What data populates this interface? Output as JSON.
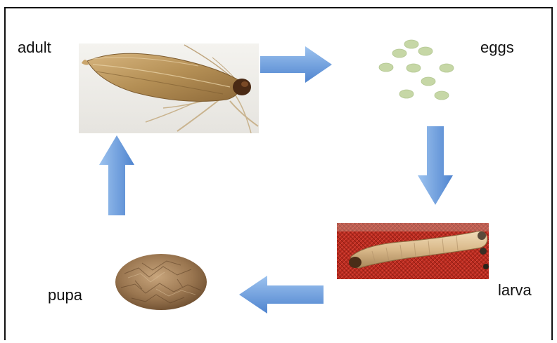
{
  "diagram": {
    "stages": {
      "adult": "adult",
      "eggs": "eggs",
      "larva": "larva",
      "pupa": "pupa"
    },
    "colors": {
      "arrow_fill": "#5a8fd6",
      "arrow_light": "#9dc3ef",
      "egg_color": "#c6d7a6",
      "moth_wing": "#b48f55",
      "larva_body": "#d9b98a",
      "larva_background": "#b82a1e",
      "pupa_color": "#8c6a46"
    },
    "icons": [
      "moth-image",
      "egg-cluster-image",
      "larva-image",
      "pupa-image",
      "arrow-right-icon",
      "arrow-down-icon",
      "arrow-left-icon",
      "arrow-up-icon"
    ]
  }
}
